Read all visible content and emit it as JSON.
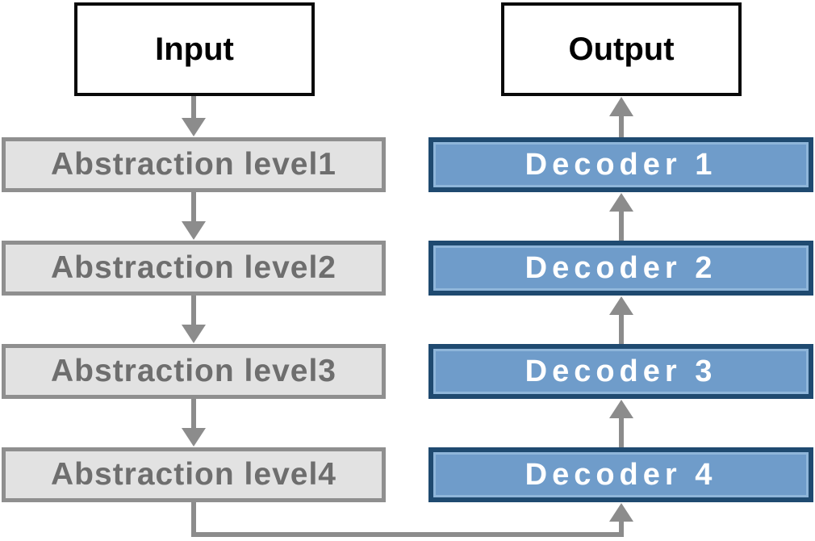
{
  "diagram": {
    "input_label": "Input",
    "output_label": "Output",
    "abstraction_levels": [
      {
        "label": "Abstraction level1"
      },
      {
        "label": "Abstraction level2"
      },
      {
        "label": "Abstraction level3"
      },
      {
        "label": "Abstraction level4"
      }
    ],
    "decoders": [
      {
        "label": "Decoder 1"
      },
      {
        "label": "Decoder 2"
      },
      {
        "label": "Decoder 3"
      },
      {
        "label": "Decoder 4"
      }
    ],
    "connections": [
      {
        "from": "Input",
        "to": "Abstraction level1",
        "direction": "down"
      },
      {
        "from": "Abstraction level1",
        "to": "Abstraction level2",
        "direction": "down"
      },
      {
        "from": "Abstraction level2",
        "to": "Abstraction level3",
        "direction": "down"
      },
      {
        "from": "Abstraction level3",
        "to": "Abstraction level4",
        "direction": "down"
      },
      {
        "from": "Abstraction level4",
        "to": "Decoder 4",
        "direction": "elbow-right-up"
      },
      {
        "from": "Decoder 4",
        "to": "Decoder 3",
        "direction": "up"
      },
      {
        "from": "Decoder 3",
        "to": "Decoder 2",
        "direction": "up"
      },
      {
        "from": "Decoder 2",
        "to": "Decoder 1",
        "direction": "up"
      },
      {
        "from": "Decoder 1",
        "to": "Output",
        "direction": "up"
      }
    ],
    "colors": {
      "io_fill": "#ffffff",
      "io_border": "#0a0a0a",
      "io_text": "#000000",
      "abstraction_fill": "#e2e2e2",
      "abstraction_border": "#8f8f8f",
      "abstraction_text": "#6e6e6e",
      "decoder_fill": "#6f9cca",
      "decoder_border": "#1f4a70",
      "decoder_highlight": "#8fb6da",
      "decoder_text": "#ffffff",
      "arrow": "#8c8c8c"
    }
  }
}
